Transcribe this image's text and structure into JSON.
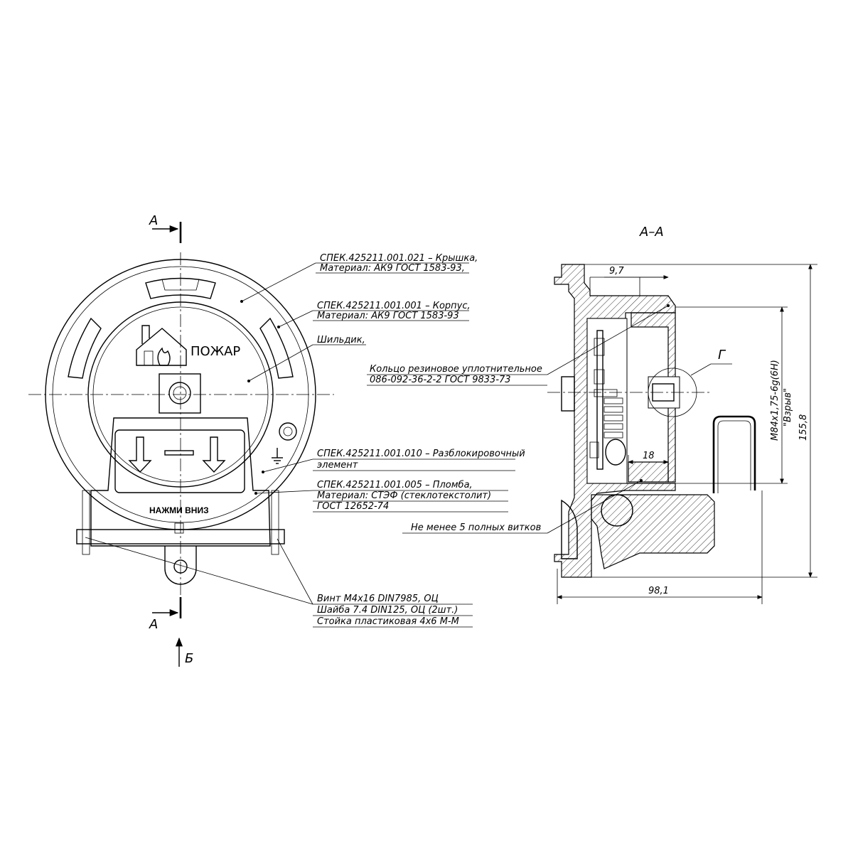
{
  "section_labels": {
    "cut_a_top": "А",
    "cut_a_bottom": "А",
    "view_b": "Б",
    "section_title": "А–А",
    "detail_g": "Г"
  },
  "device_text": {
    "fire": "ПОЖАР",
    "press_down": "НАЖМИ ВНИЗ"
  },
  "callouts": {
    "cover_1": "СПЕК.425211.001.021 – Крышка,",
    "cover_2": "Материал: АК9 ГОСТ 1583-93,",
    "body_1": "СПЕК.425211.001.001 – Корпус,",
    "body_2": "Материал: АК9 ГОСТ 1583-93",
    "plate": "Шильдик,",
    "unlock_1": "СПЕК.425211.001.010 – Разблокировочный",
    "unlock_2": "элемент",
    "seal_1": "СПЕК.425211.001.005 – Пломба,",
    "seal_2": "Материал: СТЭФ (стеклотекстолит)",
    "seal_3": "ГОСТ 12652-74",
    "screw_1": "Винт M4x16 DIN7985, ОЦ",
    "screw_2": "Шайба 7.4 DIN125, ОЦ (2шт.)",
    "screw_3": "Стойка пластиковая 4х6 М-М",
    "ring_1": "Кольцо резиновое уплотнительное",
    "ring_2": "086-092-36-2-2 ГОСТ 9833-73",
    "turns": "Не менее 5 полных витков"
  },
  "dimensions": {
    "d_9_7": "9,7",
    "d_18": "18",
    "d_98_1": "98,1",
    "d_155_8": "155,8",
    "thread_1": "М84х1,75-6g(6H)",
    "thread_2": "\"Взрыв\""
  }
}
